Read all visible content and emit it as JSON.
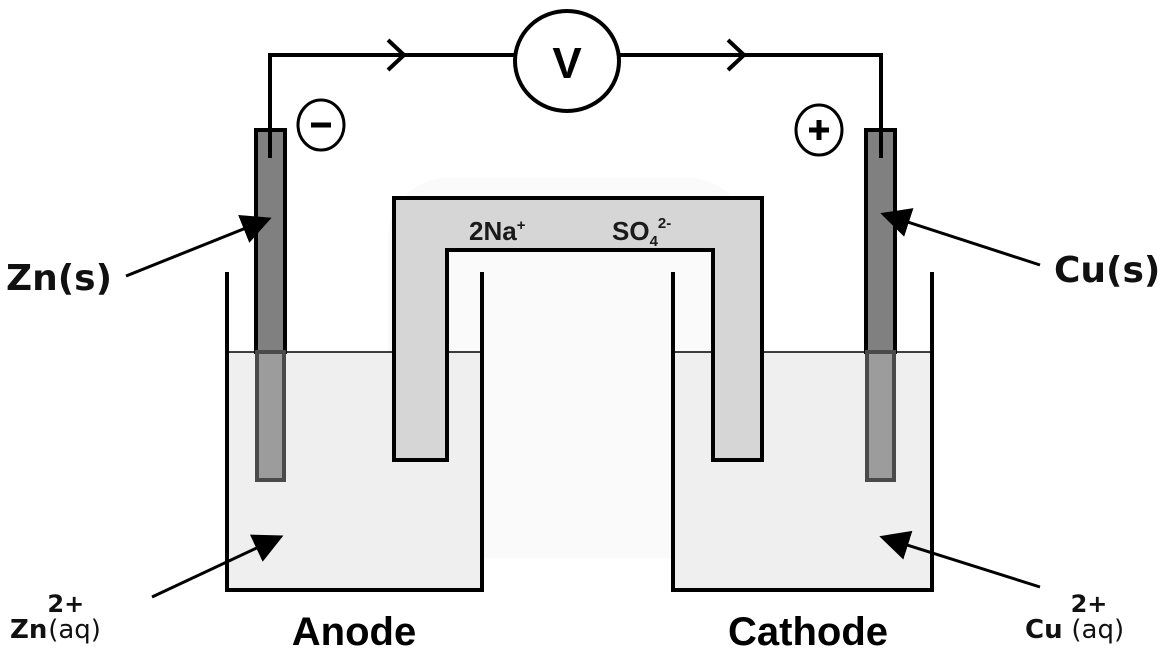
{
  "diagram": {
    "title": "Galvanic cell (Zn–Cu) with salt bridge",
    "voltmeter": {
      "symbol": "V"
    },
    "electrodes": {
      "anode": {
        "sign": "−",
        "label": "Zn(s)",
        "solution_ion": "Zn",
        "solution_charge": "2+",
        "solution_state": "(aq)",
        "cell_label": "Anode"
      },
      "cathode": {
        "sign": "+",
        "label": "Cu(s)",
        "solution_ion": "Cu",
        "solution_charge": "2+",
        "solution_state": "(aq)",
        "cell_label": "Cathode"
      }
    },
    "salt_bridge": {
      "cation": "2Na",
      "cation_charge": "+",
      "anion": "SO",
      "anion_subscript": "4",
      "anion_charge": "2-"
    },
    "electron_flow_direction": "left-to-right",
    "colors": {
      "line": "#000000",
      "electrode_dry": "#808080",
      "electrode_wet": "#9c9c9c",
      "electrode_wet_border": "#4a4a4a",
      "solution": "#efefef",
      "salt_bridge": "#d6d6d6",
      "background": "#ffffff"
    }
  }
}
